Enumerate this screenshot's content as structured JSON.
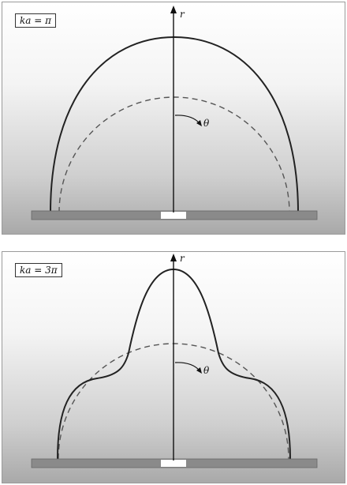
{
  "panels": [
    {
      "label": "ka = π",
      "axis_label": "r",
      "angle_label": "θ"
    },
    {
      "label": "ka = 3π",
      "axis_label": "r",
      "angle_label": "θ"
    }
  ],
  "colors": {
    "pattern_line": "#222222",
    "reference_dashed": "#555555",
    "baffle": "#8a8a8a",
    "source": "#ffffff"
  }
}
